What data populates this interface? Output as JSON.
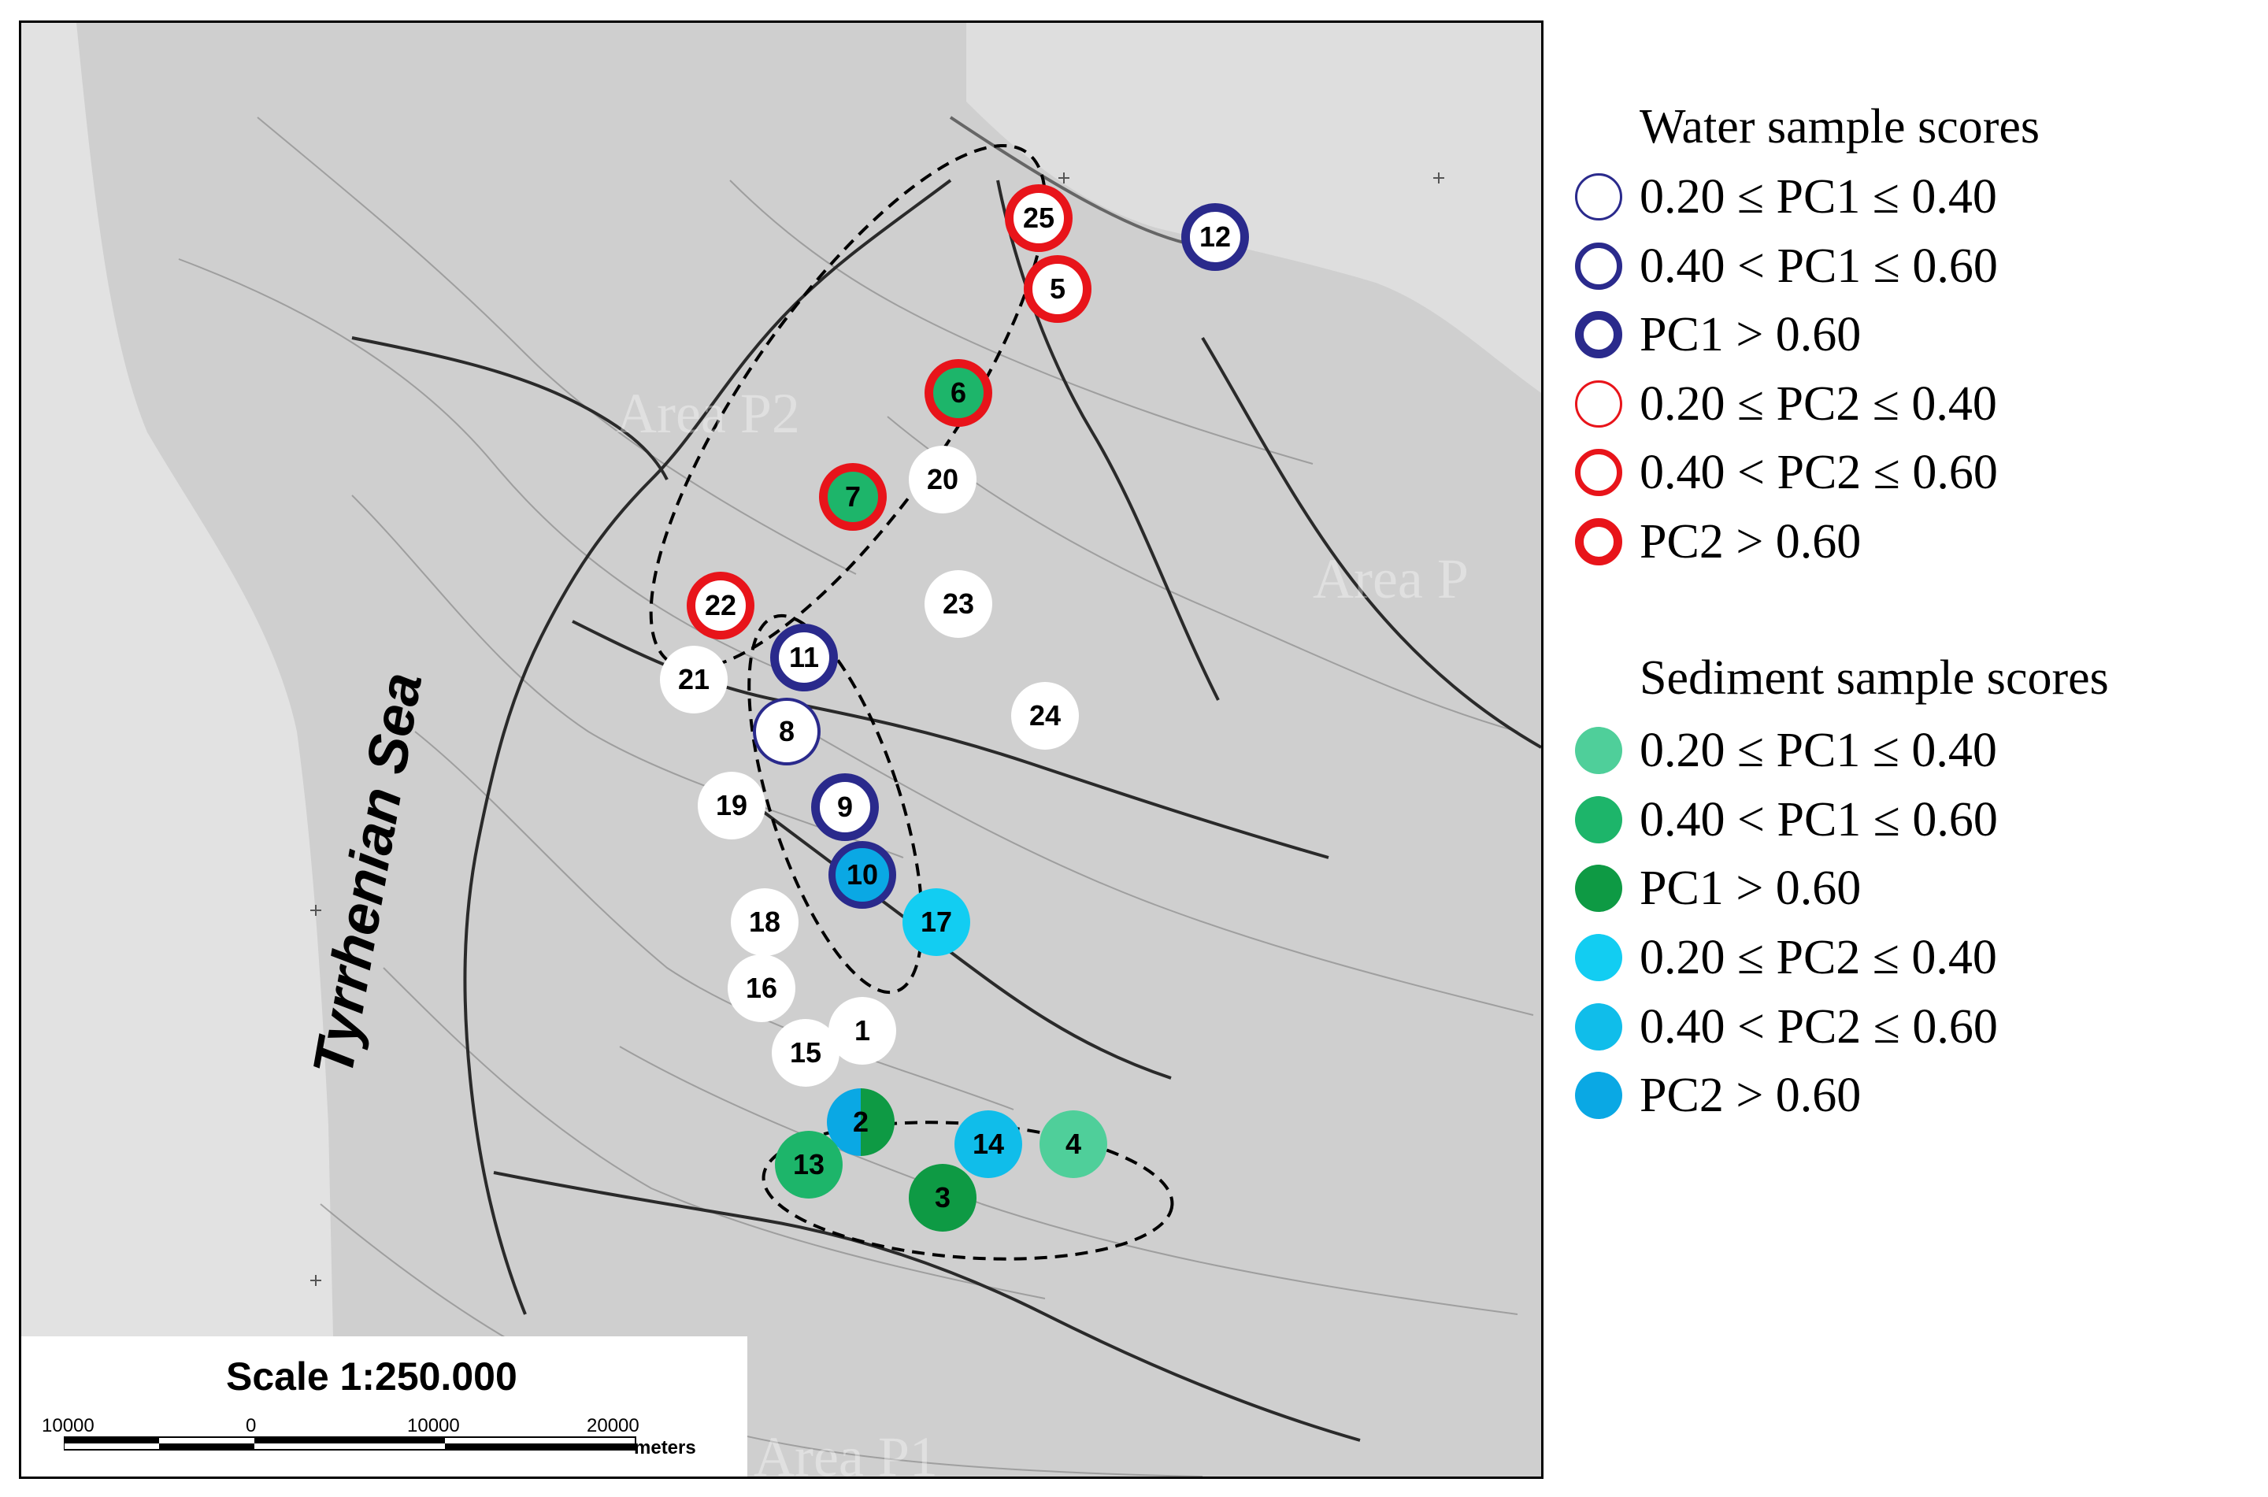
{
  "map": {
    "sea_label": "Tyrrhenian Sea",
    "area_labels": [
      "Area P2",
      "Area P",
      "Area P1"
    ],
    "scale": {
      "title": "Scale 1:250.000",
      "ticks": [
        "10000",
        "0",
        "10000",
        "20000"
      ],
      "unit": "meters"
    }
  },
  "sites": [
    {
      "id": "25",
      "kind": "water_pc2_high"
    },
    {
      "id": "12",
      "kind": "water_pc1_high"
    },
    {
      "id": "5",
      "kind": "water_pc2_high"
    },
    {
      "id": "6",
      "kind": "water_pc2_sed_pc1"
    },
    {
      "id": "20",
      "kind": "none"
    },
    {
      "id": "7",
      "kind": "water_pc2_sed_pc1"
    },
    {
      "id": "23",
      "kind": "none"
    },
    {
      "id": "22",
      "kind": "water_pc2_high"
    },
    {
      "id": "11",
      "kind": "water_pc1_high"
    },
    {
      "id": "21",
      "kind": "none"
    },
    {
      "id": "24",
      "kind": "none"
    },
    {
      "id": "8",
      "kind": "water_pc1_low"
    },
    {
      "id": "9",
      "kind": "water_pc1_high"
    },
    {
      "id": "19",
      "kind": "none"
    },
    {
      "id": "10",
      "kind": "water_pc1_sed_pc2"
    },
    {
      "id": "17",
      "kind": "sed_pc2_low"
    },
    {
      "id": "18",
      "kind": "none"
    },
    {
      "id": "16",
      "kind": "none"
    },
    {
      "id": "1",
      "kind": "none"
    },
    {
      "id": "15",
      "kind": "none"
    },
    {
      "id": "2",
      "kind": "sed_split"
    },
    {
      "id": "14",
      "kind": "sed_pc2_mid"
    },
    {
      "id": "4",
      "kind": "sed_pc1_low"
    },
    {
      "id": "13",
      "kind": "sed_pc1_mid"
    },
    {
      "id": "3",
      "kind": "sed_pc1_high"
    }
  ],
  "legend": {
    "water_title": "Water sample scores",
    "water_items": [
      {
        "label": "0.20 ≤ PC1 ≤ 0.40",
        "color": "#2a2a8c",
        "level": "thin"
      },
      {
        "label": "0.40 < PC1 ≤ 0.60",
        "color": "#2a2a8c",
        "level": "medium"
      },
      {
        "label": "PC1 > 0.60",
        "color": "#2a2a8c",
        "level": "thick"
      },
      {
        "label": "0.20 ≤ PC2 ≤ 0.40",
        "color": "#e8141a",
        "level": "thin"
      },
      {
        "label": "0.40 < PC2 ≤ 0.60",
        "color": "#e8141a",
        "level": "medium"
      },
      {
        "label": "PC2 > 0.60",
        "color": "#e8141a",
        "level": "thick"
      }
    ],
    "sediment_title": "Sediment sample scores",
    "sediment_items": [
      {
        "label": "0.20 ≤ PC1 ≤ 0.40",
        "color": "#4fcf9a"
      },
      {
        "label": "0.40 < PC1 ≤ 0.60",
        "color": "#1db56a"
      },
      {
        "label": "PC1 > 0.60",
        "color": "#0e9a44"
      },
      {
        "label": "0.20 ≤ PC2 ≤ 0.40",
        "color": "#12cdf2"
      },
      {
        "label": "0.40 < PC2 ≤ 0.60",
        "color": "#10bdea"
      },
      {
        "label": "PC2 > 0.60",
        "color": "#0aa8e4"
      }
    ]
  }
}
